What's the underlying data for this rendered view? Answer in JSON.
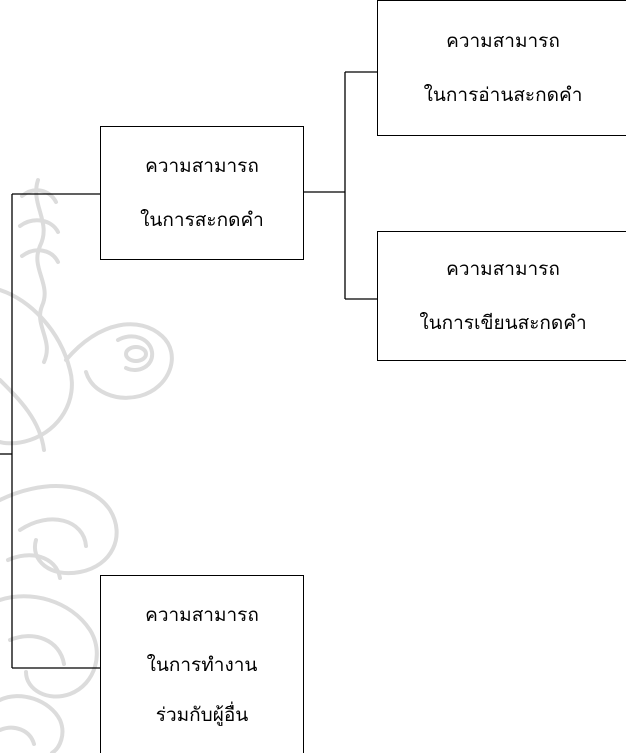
{
  "diagram": {
    "nodes": {
      "spelling": {
        "line1": "ความสามารถ",
        "line2": "ในการสะกดคำ"
      },
      "reading": {
        "line1": "ความสามารถ",
        "line2": "ในการอ่านสะกดคำ"
      },
      "writing": {
        "line1": "ความสามารถ",
        "line2": "ในการเขียนสะกดคำ"
      },
      "teamwork": {
        "line1": "ความสามารถ",
        "line2": "ในการทำงาน",
        "line3": "ร่วมกับผู้อื่น"
      }
    },
    "colors": {
      "line": "#000000",
      "box_border": "#000000",
      "watermark": "#dcdcdc"
    },
    "watermark_icon": "university-seal-watermark"
  }
}
